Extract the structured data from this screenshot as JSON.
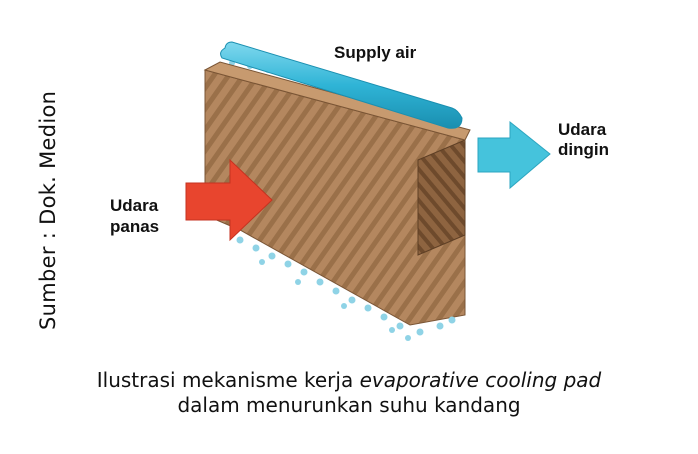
{
  "source_credit": "Sumber : Dok. Medion",
  "labels": {
    "supply_air": "Supply air",
    "cold_air_line1": "Udara",
    "cold_air_line2": "dingin",
    "hot_air_line1": "Udara",
    "hot_air_line2": "panas"
  },
  "caption": {
    "line1_prefix": "Ilustrasi mekanisme kerja ",
    "line1_italic": "evaporative cooling pad",
    "line2": "dalam menurunkan suhu kandang"
  },
  "colors": {
    "pipe": "#2fb4d6",
    "cold_arrow": "#45c3dc",
    "hot_arrow": "#e8452e",
    "pad_front": "#b4875f",
    "pad_side": "#8e6440",
    "droplet": "#8fd3e6"
  }
}
